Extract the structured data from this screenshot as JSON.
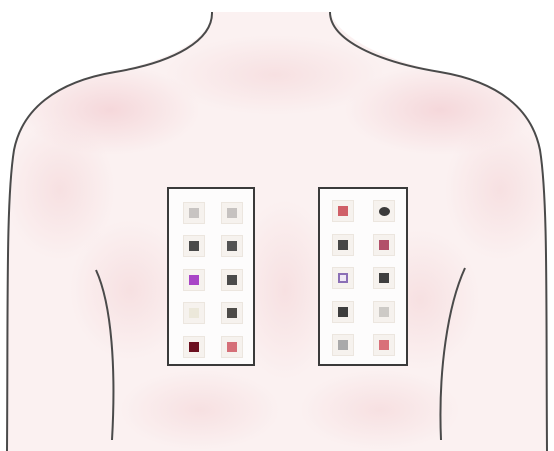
{
  "figure": {
    "subject": "upper-back",
    "skin_tone": "#f6dfe0",
    "outline_color": "#4a4a4a"
  },
  "panels": [
    {
      "id": "left",
      "chambers": [
        {
          "color": "#c8c4c2"
        },
        {
          "color": "#c6c2c0"
        },
        {
          "color": "#4a4a4a"
        },
        {
          "color": "#535353"
        },
        {
          "color": "#a845c6"
        },
        {
          "color": "#4b4b4b"
        },
        {
          "color": "#ece8da"
        },
        {
          "color": "#4d4b48"
        },
        {
          "color": "#6b0f1f"
        },
        {
          "color": "#d56f78"
        }
      ]
    },
    {
      "id": "right",
      "chambers": [
        {
          "color": "#cf5f67"
        },
        {
          "color": "#3a3a3a",
          "shape": "round"
        },
        {
          "color": "#474747"
        },
        {
          "color": "#b2506a"
        },
        {
          "color": "#8b6fb6",
          "shape": "ring"
        },
        {
          "color": "#3f3f3f"
        },
        {
          "color": "#3d3d3d"
        },
        {
          "color": "#cdcac6"
        },
        {
          "color": "#a9a9aa"
        },
        {
          "color": "#d97079"
        }
      ]
    }
  ]
}
